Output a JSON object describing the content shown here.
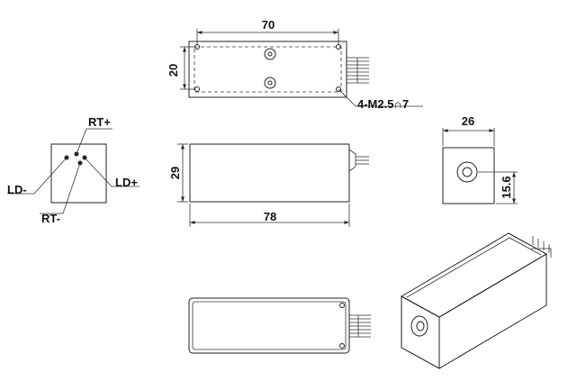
{
  "dimensions": {
    "top_width": "70",
    "top_height": "20",
    "holes": "4-M2.5∩7",
    "end_width": "26",
    "side_height": "29",
    "side_length": "78",
    "end_offset": "15.6"
  },
  "pins": {
    "rt_plus": "RT+",
    "rt_minus": "RT-",
    "ld_minus": "LD-",
    "ld_plus": "LD+"
  }
}
